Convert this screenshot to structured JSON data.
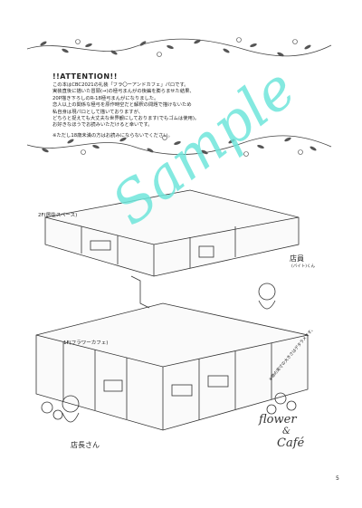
{
  "notice": {
    "title": "!!ATTENTION!!",
    "lines": [
      "この本はCBC2021の礼装「フラ〇ーアンドカフェ」パロです。",
      "実装直後に描いた冒頭(→)の極弓まんがの後編を膨らませた結果、",
      "20P描き下ろしのR-18極弓まんがになりました。",
      "恋人以上の関係な極弓を原作時空だと解釈の問題で描けないため",
      "私自身は現パロとして描いておりますが、",
      "どちらと捉えても大丈夫な世界観にしております(でもゴムは使用)。",
      "お好きなほうでお読みいただけると幸いです。"
    ],
    "note": "※ただし18歳未満の方はお読みにならないでください。"
  },
  "illustration": {
    "watermark": "Sample",
    "floor2_label": "2F(居住スペース)",
    "floor1_label": "1F(フラワーカフェ)",
    "staff_label": "店員",
    "staff_sub": "(バイト)くん",
    "manager_label": "店長さん",
    "caption": "※物の実寸の大きさはデタラメです。",
    "cafe_title": [
      "flower",
      "&",
      "Café"
    ]
  },
  "page_number": "5"
}
